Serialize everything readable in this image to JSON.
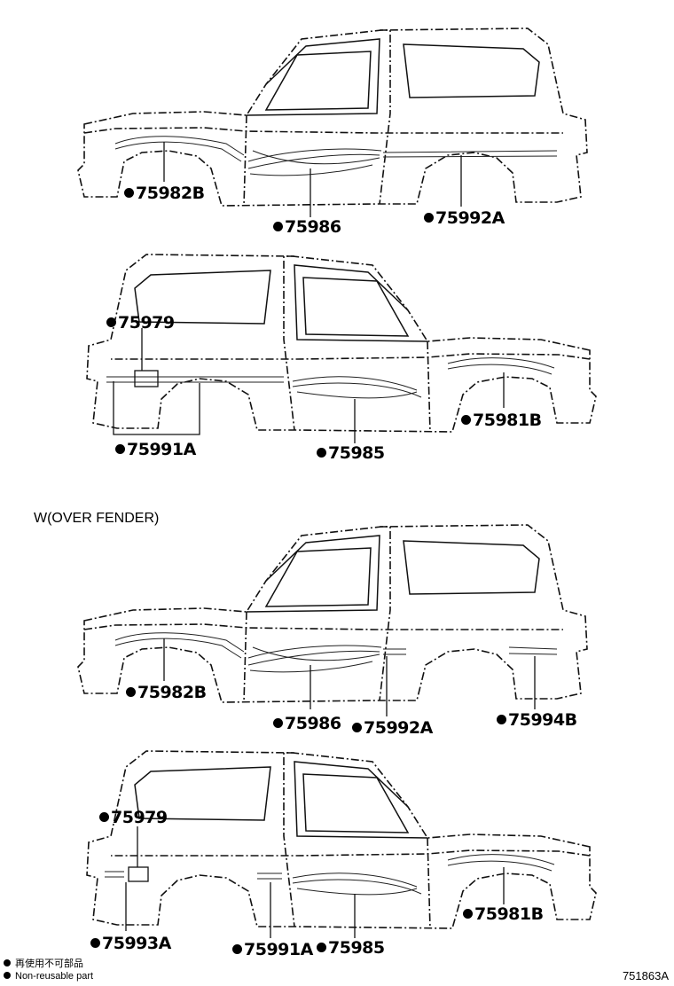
{
  "views": [
    {
      "labels": [
        "75982B",
        "75986",
        "75992A"
      ]
    },
    {
      "labels": [
        "75979",
        "75991A",
        "75985",
        "75981B"
      ]
    },
    {
      "labels": [
        "75982B",
        "75986",
        "75992A",
        "75994B"
      ]
    },
    {
      "labels": [
        "75979",
        "75993A",
        "75991A",
        "75985",
        "75981B"
      ]
    }
  ],
  "section_note": "W(OVER FENDER)",
  "legend": {
    "line1": "再使用不可部品",
    "line2": "Non-reusable part"
  },
  "drawing_code": "751863A"
}
